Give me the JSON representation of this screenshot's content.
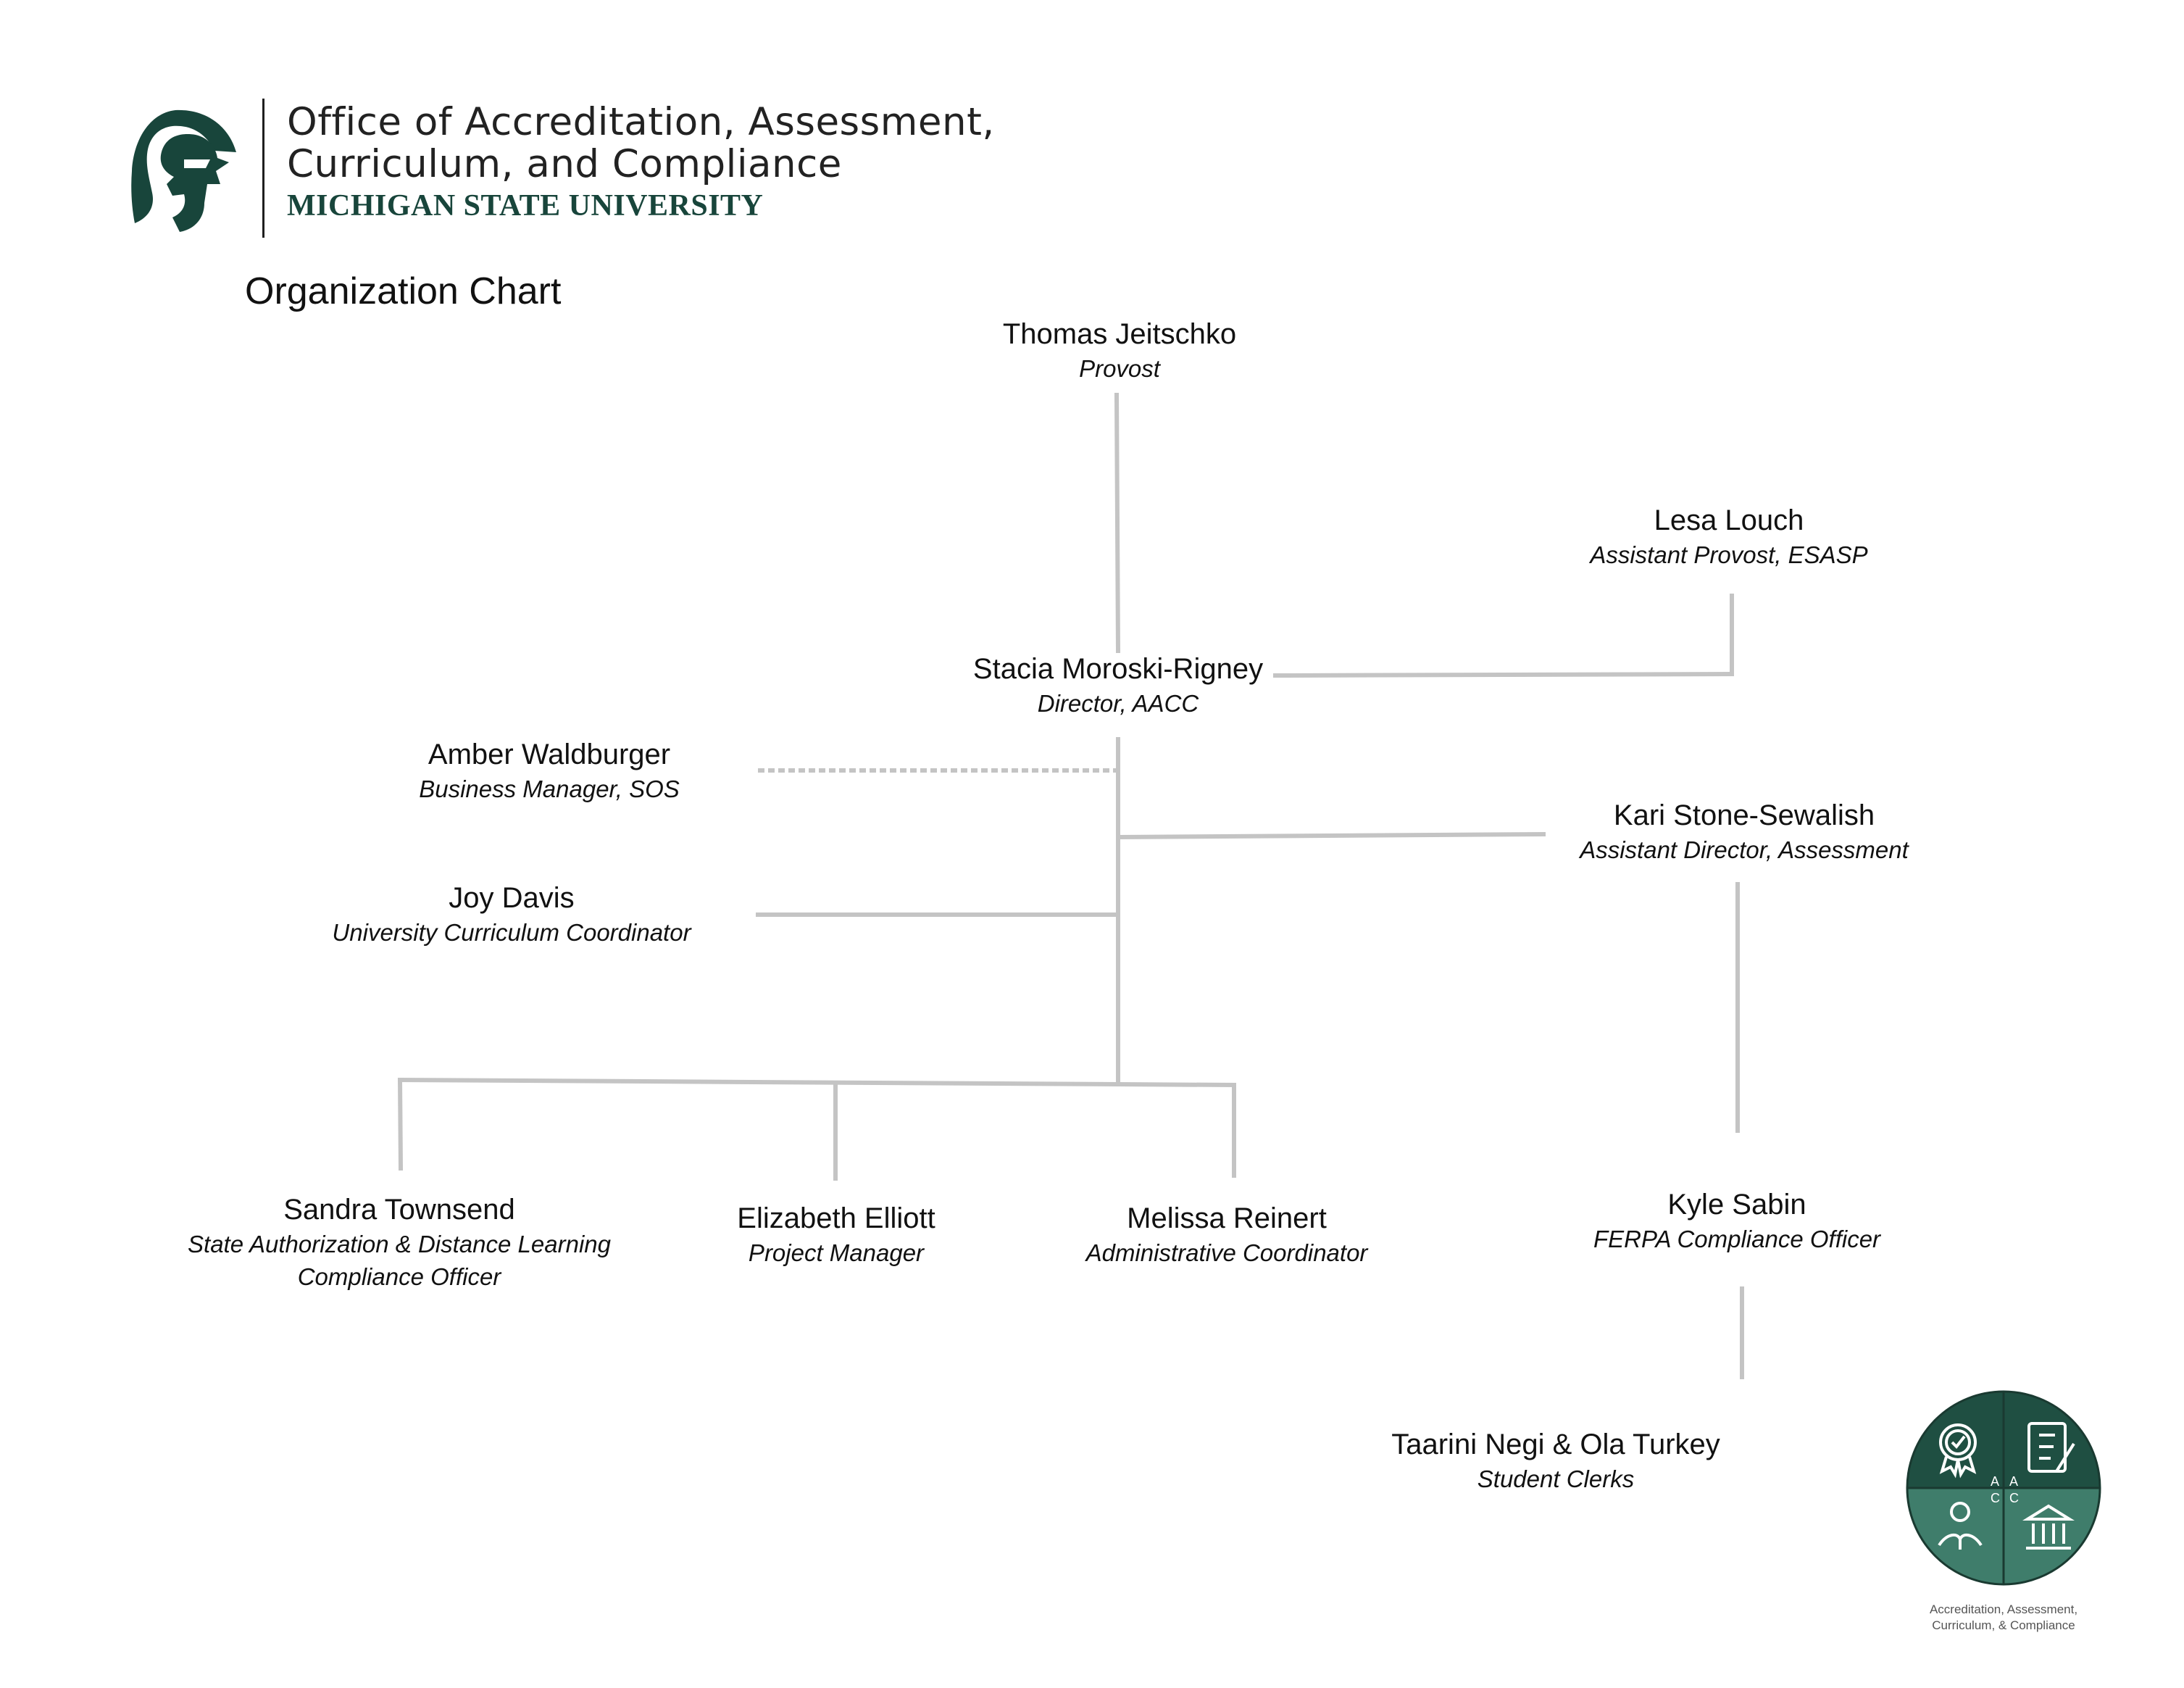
{
  "header": {
    "office_line1": "Office of Accreditation, Assessment,",
    "office_line2": "Curriculum, and Compliance",
    "university": "MICHIGAN STATE UNIVERSITY",
    "logo_icon": "spartan-helmet-icon"
  },
  "page_title": "Organization Chart",
  "people": {
    "provost": {
      "name": "Thomas Jeitschko",
      "role": "Provost"
    },
    "assistant_provost": {
      "name": "Lesa Louch",
      "role": "Assistant Provost, ESASP"
    },
    "director": {
      "name": "Stacia Moroski-Rigney",
      "role": "Director, AACC"
    },
    "business_manager": {
      "name": "Amber Waldburger",
      "role": "Business Manager, SOS"
    },
    "assistant_director": {
      "name": "Kari Stone-Sewalish",
      "role": "Assistant Director, Assessment"
    },
    "curriculum_coordinator": {
      "name": "Joy Davis",
      "role": "University Curriculum Coordinator"
    },
    "state_authorization": {
      "name": "Sandra Townsend",
      "role_line1": "State Authorization & Distance Learning",
      "role_line2": "Compliance Officer"
    },
    "project_manager": {
      "name": "Elizabeth Elliott",
      "role": "Project Manager"
    },
    "admin_coordinator": {
      "name": "Melissa Reinert",
      "role": "Administrative Coordinator"
    },
    "ferpa_officer": {
      "name": "Kyle Sabin",
      "role": "FERPA Compliance Officer"
    },
    "student_clerks": {
      "name": "Taarini Negi & Ola Turkey",
      "role": "Student Clerks"
    }
  },
  "badge": {
    "letters": [
      "A",
      "A",
      "C",
      "C"
    ],
    "caption_line1": "Accreditation, Assessment,",
    "caption_line2": "Curriculum, & Compliance",
    "icons": [
      "award-ribbon-icon",
      "checklist-pencil-icon",
      "open-book-reader-icon",
      "institution-building-icon"
    ]
  },
  "colors": {
    "msu_green": "#18453b",
    "connector_gray": "#c4c4c4",
    "badge_green_light": "#3f7d6b"
  }
}
